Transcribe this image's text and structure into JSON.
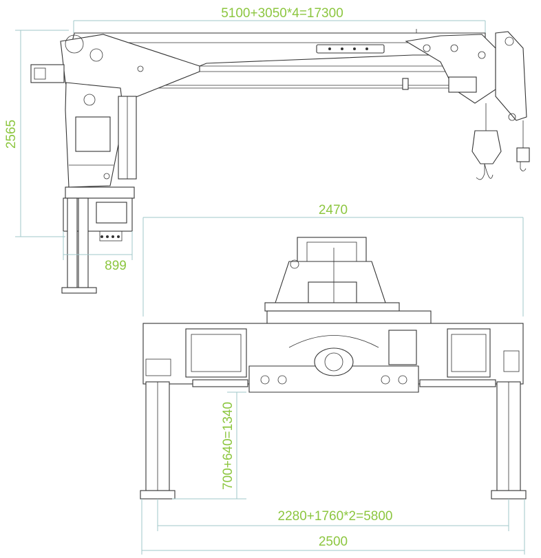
{
  "dimensions": {
    "boom_length": "5100+3050*4=17300",
    "height": "2565",
    "base_width": "899",
    "outrigger_inner": "2470",
    "outrigger_height": "700+640=1340",
    "outrigger_span": "2280+1760*2=5800",
    "outrigger_outer": "2500"
  },
  "colors": {
    "dimension_text": "#8cc63f",
    "dimension_line": "#9fc7c9",
    "drawing_ink": "#333333"
  }
}
